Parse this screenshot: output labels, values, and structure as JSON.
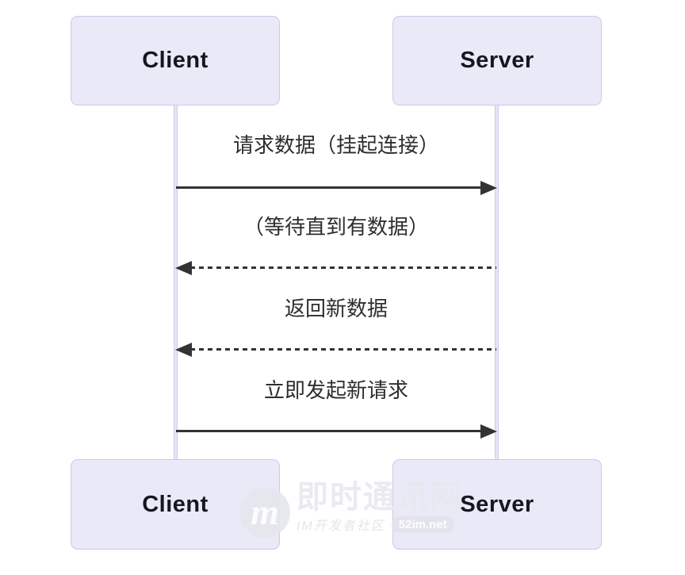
{
  "diagram": {
    "type": "sequence",
    "actors": {
      "client": "Client",
      "server": "Server"
    },
    "messages": [
      {
        "label": "请求数据（挂起连接）",
        "from": "Client",
        "to": "Server",
        "line_style": "solid",
        "direction": "right"
      },
      {
        "label": "（等待直到有数据）",
        "from": "Server",
        "to": "Client",
        "line_style": "dashed",
        "direction": "left"
      },
      {
        "label": "返回新数据",
        "from": "Server",
        "to": "Client",
        "line_style": "dashed",
        "direction": "left"
      },
      {
        "label": "立即发起新请求",
        "from": "Client",
        "to": "Server",
        "line_style": "solid",
        "direction": "right"
      }
    ],
    "colors": {
      "actor_fill": "#e9e9f8",
      "actor_border": "#cdc9e6",
      "actor_text": "#16161d",
      "lifeline": "#e6e3f6",
      "lifeline_edge": "#cfcbec",
      "arrow": "#333333",
      "label_text": "#2e2e2e"
    }
  },
  "watermark": {
    "logo_letter": "m",
    "title": "即时通讯网",
    "subtitle": "IM开发者社区",
    "badge": "52im.net",
    "color": "#e8e8ef"
  }
}
